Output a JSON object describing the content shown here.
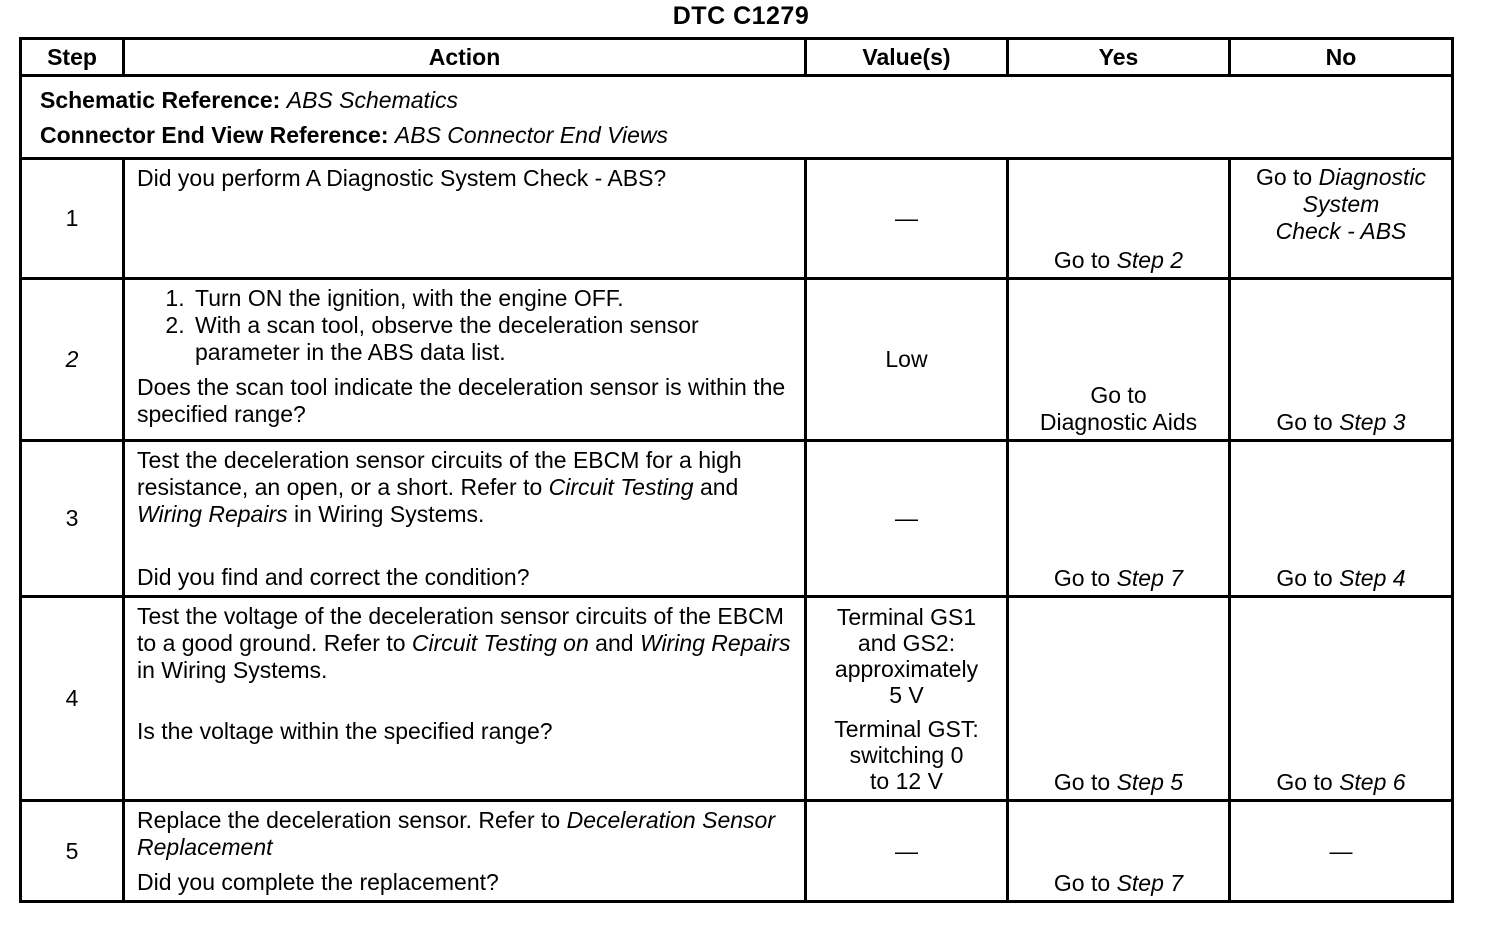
{
  "title": "DTC C1279",
  "headers": {
    "step": "Step",
    "action": "Action",
    "values": "Value(s)",
    "yes": "Yes",
    "no": "No"
  },
  "references": {
    "schematic_label": "Schematic Reference:",
    "schematic_value": "ABS Schematics",
    "connector_label": "Connector End View Reference:",
    "connector_value": "ABS Connector End Views"
  },
  "steps": [
    {
      "step": "1",
      "action_question": "Did you perform A Diagnostic System Check - ABS?",
      "value": "—",
      "yes_prefix": "Go to",
      "yes_target": "Step 2",
      "no_prefix": "Go to",
      "no_target_line1": "Diagnostic",
      "no_target_line2": "System",
      "no_target_line3": "Check - ABS"
    },
    {
      "step": "2",
      "action_items": [
        "Turn ON the ignition, with the engine OFF.",
        "With a scan tool, observe the deceleration sensor parameter in the ABS data list."
      ],
      "action_question": "Does the scan tool indicate the deceleration sensor is within the specified range?",
      "value": "Low",
      "yes_line1": "Go to",
      "yes_line2": "Diagnostic Aids",
      "no_prefix": "Go to",
      "no_target": "Step 3"
    },
    {
      "step": "3",
      "action_part1": "Test the deceleration sensor circuits of the EBCM for a high resistance, an open, or a short. Refer to",
      "action_link1": "Circuit Testing",
      "action_part2": "and",
      "action_link2": "Wiring Repairs",
      "action_part3": "in Wiring Systems.",
      "action_question": "Did you find and correct the condition?",
      "value": "—",
      "yes_prefix": "Go to",
      "yes_target": "Step 7",
      "no_prefix": "Go to",
      "no_target": "Step 4"
    },
    {
      "step": "4",
      "action_part1": "Test the voltage of the deceleration sensor circuits of the EBCM to a good ground. Refer to",
      "action_link1": "Circuit Testing on",
      "action_part2": "and",
      "action_link2": "Wiring Repairs",
      "action_part3": "in Wiring Systems.",
      "action_question": "Is the voltage within the specified range?",
      "value_line1": "Terminal GS1",
      "value_line2": "and GS2:",
      "value_line3": "approximately",
      "value_line4": "5 V",
      "value_line5": "Terminal GST:",
      "value_line6": "switching 0",
      "value_line7": "to 12 V",
      "yes_prefix": "Go to",
      "yes_target": "Step 5",
      "no_prefix": "Go to",
      "no_target": "Step 6"
    },
    {
      "step": "5",
      "action_part1": "Replace the deceleration sensor. Refer to",
      "action_link1": "Deceleration Sensor Replacement",
      "action_question": "Did you complete the replacement?",
      "value": "—",
      "yes_prefix": "Go to",
      "yes_target": "Step 7",
      "no": "—"
    }
  ]
}
